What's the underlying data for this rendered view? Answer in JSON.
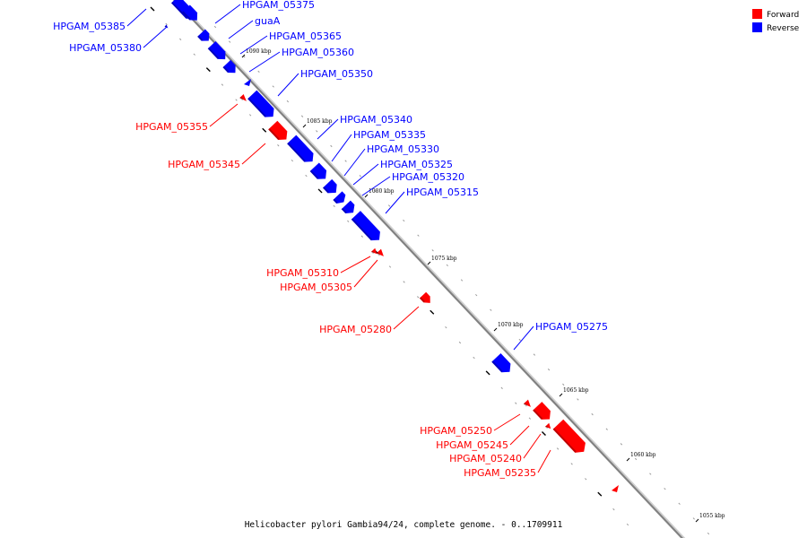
{
  "colors": {
    "forward": "#ff0000",
    "reverse": "#0000ff",
    "backbone": "#808080"
  },
  "legend": [
    {
      "label": "Forward",
      "strand": "forward"
    },
    {
      "label": "Reverse",
      "strand": "reverse"
    }
  ],
  "caption": "Helicobacter pylori Gambia94/24, complete genome. - 0..1709911",
  "ticks": [
    {
      "label": "1090 kbp"
    },
    {
      "label": "1085 kbp"
    },
    {
      "label": "1080 kbp"
    },
    {
      "label": "1075 kbp"
    },
    {
      "label": "1070 kbp"
    },
    {
      "label": "1065 kbp"
    },
    {
      "label": "1060 kbp"
    },
    {
      "label": "1055 kbp"
    }
  ],
  "genes": [
    {
      "name": "HPGAM_05385",
      "strand": "reverse"
    },
    {
      "name": "HPGAM_05380",
      "strand": "reverse"
    },
    {
      "name": "HPGAM_05375",
      "strand": "reverse"
    },
    {
      "name": "guaA",
      "strand": "reverse"
    },
    {
      "name": "HPGAM_05365",
      "strand": "reverse"
    },
    {
      "name": "HPGAM_05360",
      "strand": "reverse"
    },
    {
      "name": "HPGAM_05350",
      "strand": "reverse"
    },
    {
      "name": "HPGAM_05355",
      "strand": "forward"
    },
    {
      "name": "HPGAM_05345",
      "strand": "forward"
    },
    {
      "name": "HPGAM_05340",
      "strand": "reverse"
    },
    {
      "name": "HPGAM_05335",
      "strand": "reverse"
    },
    {
      "name": "HPGAM_05330",
      "strand": "reverse"
    },
    {
      "name": "HPGAM_05325",
      "strand": "reverse"
    },
    {
      "name": "HPGAM_05320",
      "strand": "reverse"
    },
    {
      "name": "HPGAM_05315",
      "strand": "reverse"
    },
    {
      "name": "HPGAM_05310",
      "strand": "forward"
    },
    {
      "name": "HPGAM_05305",
      "strand": "forward"
    },
    {
      "name": "HPGAM_05280",
      "strand": "forward"
    },
    {
      "name": "HPGAM_05275",
      "strand": "reverse"
    },
    {
      "name": "HPGAM_05250",
      "strand": "forward"
    },
    {
      "name": "HPGAM_05245",
      "strand": "forward"
    },
    {
      "name": "HPGAM_05240",
      "strand": "forward"
    },
    {
      "name": "HPGAM_05235",
      "strand": "forward"
    }
  ]
}
